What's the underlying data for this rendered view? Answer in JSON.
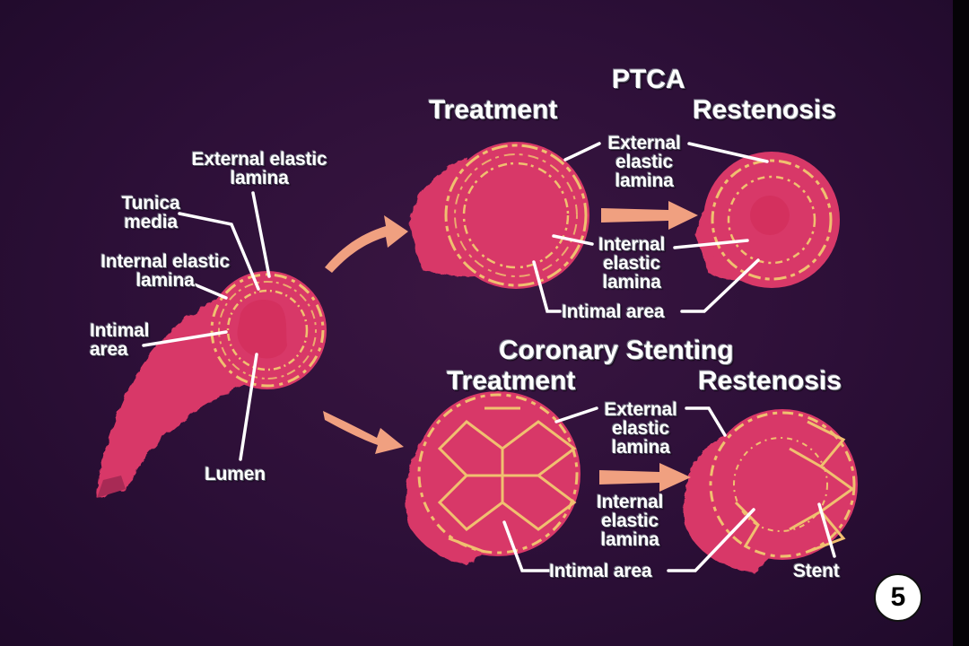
{
  "headers": {
    "ptca": "PTCA",
    "ptca_treatment": "Treatment",
    "ptca_restenosis": "Restenosis",
    "stent_title": "Coronary Stenting",
    "stent_treatment": "Treatment",
    "stent_restenosis": "Restenosis"
  },
  "left_vessel": {
    "external_elastic_lamina": [
      "External elastic",
      "lamina"
    ],
    "tunica_media": [
      "Tunica",
      "media"
    ],
    "internal_elastic_lamina": [
      "Internal elastic",
      "lamina"
    ],
    "intimal_area": [
      "Intimal",
      "area"
    ],
    "lumen": "Lumen"
  },
  "ptca_labels": {
    "external_elastic_lamina": [
      "External",
      "elastic",
      "lamina"
    ],
    "internal_elastic_lamina": [
      "Internal",
      "elastic",
      "lamina"
    ],
    "intimal_area": "Intimal area"
  },
  "stent_labels": {
    "external_elastic_lamina": [
      "External",
      "elastic",
      "lamina"
    ],
    "internal_elastic_lamina": [
      "Internal",
      "elastic",
      "lamina"
    ],
    "intimal_area": "Intimal area",
    "stent": "Stent"
  },
  "figure_number": "5",
  "colors": {
    "background": "#2c0f37",
    "vessel": "#d83868",
    "vessel_shadow": "#a82a55",
    "lamina": "#f0c070",
    "arrow": "#f0a080",
    "leader_line": "#ffffff"
  }
}
